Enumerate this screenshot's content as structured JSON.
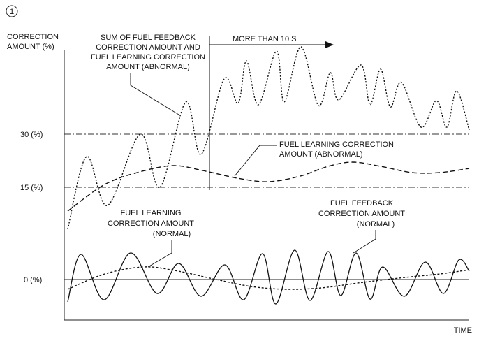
{
  "figure_number": "1",
  "y_axis_title": [
    "CORRECTION",
    "AMOUNT (%)"
  ],
  "x_axis_title": "TIME",
  "ref_levels": [
    {
      "value": 30,
      "label": "30 (%)"
    },
    {
      "value": 15,
      "label": "15 (%)"
    },
    {
      "value": 0,
      "label": "0 (%)"
    }
  ],
  "annotations": {
    "sum_abnormal": [
      "SUM OF FUEL FEEDBACK",
      "CORRECTION AMOUNT AND",
      "FUEL LEARNING CORRECTION",
      "AMOUNT (ABNORMAL)"
    ],
    "duration": "MORE THAN 10 S",
    "learning_abnormal": [
      "FUEL LEARNING CORRECTION",
      "AMOUNT (ABNORMAL)"
    ],
    "learning_normal": [
      "FUEL LEARNING",
      "CORRECTION AMOUNT",
      "(NORMAL)"
    ],
    "feedback_normal": [
      "FUEL FEEDBACK",
      "CORRECTION AMOUNT",
      "(NORMAL)"
    ]
  },
  "styles": {
    "sum_abnormal": "dotted",
    "learning_abnormal": "dashed",
    "learning_normal": "dashed",
    "feedback_normal": "solid"
  },
  "colors": {
    "ink": "#111111",
    "background": "#ffffff"
  }
}
